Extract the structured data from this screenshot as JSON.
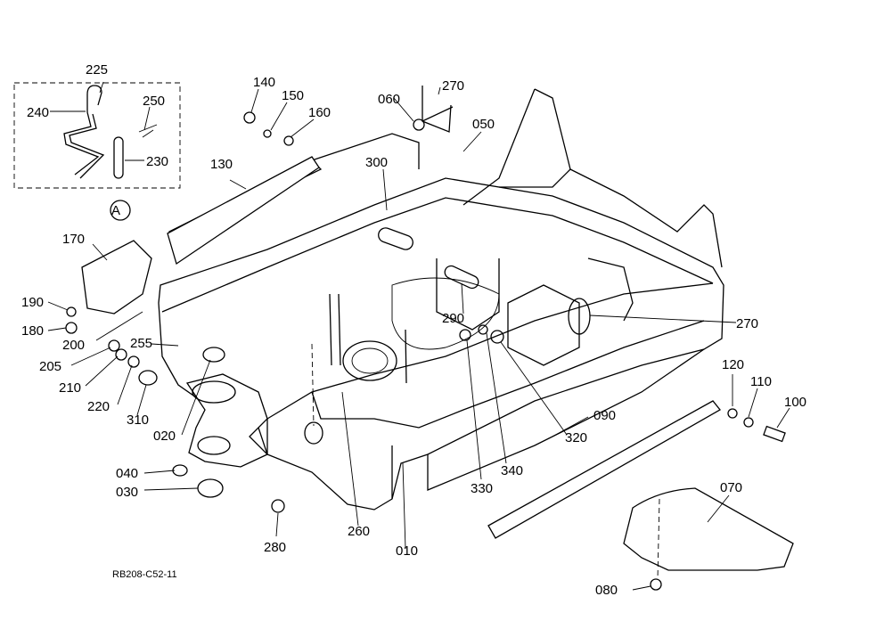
{
  "figure_ref": "RB208-C52-11",
  "detail_marker": "A",
  "part_numbers": {
    "p225": "225",
    "p240": "240",
    "p250": "250",
    "p230": "230",
    "p140": "140",
    "p150": "150",
    "p160": "160",
    "p130": "130",
    "p060": "060",
    "p270a": "270",
    "p050": "050",
    "p300": "300",
    "p170": "170",
    "p190": "190",
    "p180": "180",
    "p200": "200",
    "p205": "205",
    "p210": "210",
    "p220": "220",
    "p255": "255",
    "p310": "310",
    "p020": "020",
    "p040": "040",
    "p030": "030",
    "p280": "280",
    "p260": "260",
    "p010": "010",
    "p330": "330",
    "p340": "340",
    "p320": "320",
    "p290": "290",
    "p270b": "270",
    "p090": "090",
    "p120": "120",
    "p110": "110",
    "p100": "100",
    "p070": "070",
    "p080": "080"
  }
}
